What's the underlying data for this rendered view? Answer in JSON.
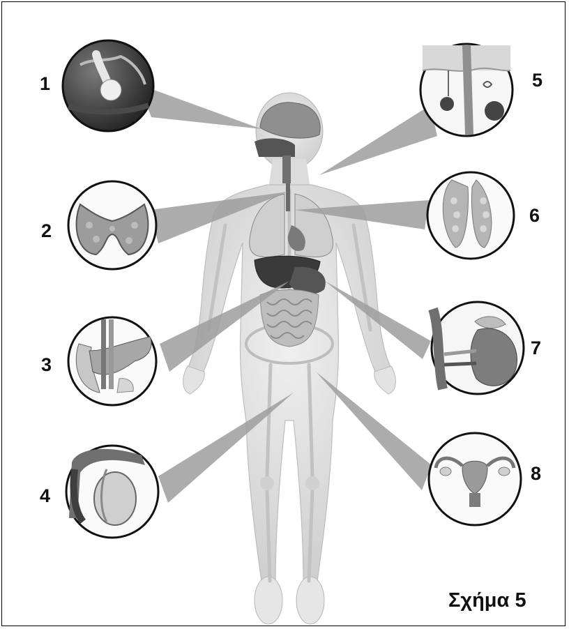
{
  "figure": {
    "caption": "Σχήμα 5",
    "callouts": [
      {
        "number": "1",
        "organ": "pituitary-gland"
      },
      {
        "number": "2",
        "organ": "thyroid-gland"
      },
      {
        "number": "3",
        "organ": "pancreas"
      },
      {
        "number": "4",
        "organ": "testis"
      },
      {
        "number": "5",
        "organ": "skin-glands"
      },
      {
        "number": "6",
        "organ": "thymus"
      },
      {
        "number": "7",
        "organ": "adrenal-gland-kidney"
      },
      {
        "number": "8",
        "organ": "ovaries-uterus"
      }
    ]
  }
}
